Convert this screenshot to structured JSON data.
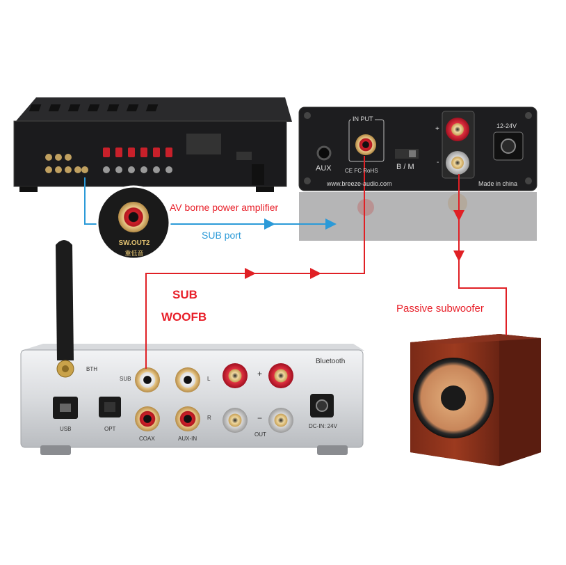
{
  "labels": {
    "av_amp": "AV borne power amplifier",
    "sub_port": "SUB port",
    "sub": "SUB",
    "woofb": "WOOFB",
    "passive_sub": "Passive subwoofer"
  },
  "zoom_inset": {
    "line1": "SW.OUT2",
    "line2": "重低音"
  },
  "sub_amp": {
    "input": "IN PUT",
    "aux": "AUX",
    "bm": "B / M",
    "voltage": "12-24V",
    "url": "www.breeze-audio.com",
    "made_in": "Made in china",
    "plus": "+",
    "minus": "-",
    "certs": "CE FC RoHS"
  },
  "bt_amp": {
    "bth": "BTH",
    "sub": "SUB",
    "l": "L",
    "r": "R",
    "usb": "USB",
    "opt": "OPT",
    "coax": "COAX",
    "aux_in": "AUX-IN",
    "out": "OUT",
    "bluetooth": "Bluetooth",
    "dc_in": "DC-IN: 24V",
    "plus": "+",
    "minus": "−"
  },
  "colors": {
    "blue_line": "#2b9ad8",
    "red_line": "#e02025",
    "label_red": "#e8202a"
  }
}
